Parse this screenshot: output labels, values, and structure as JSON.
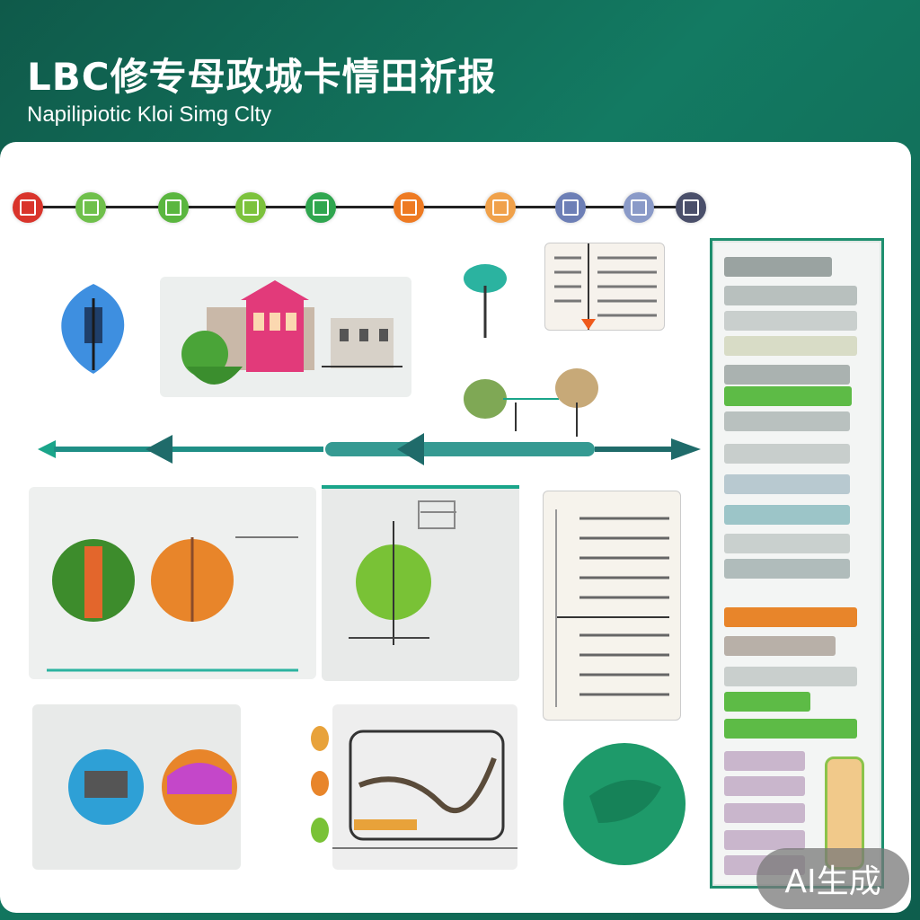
{
  "header": {
    "title": "LBC修专母政城卡情田祈报",
    "subtitle": "Napilipiotic Kloi Simg Clty"
  },
  "badge": {
    "label": "AI生成"
  },
  "colors": {
    "background": "#137a62",
    "accent_green": "#5dbb46",
    "accent_orange": "#e8852a",
    "accent_teal": "#1aa58a",
    "accent_blue": "#4aa3df",
    "accent_magenta": "#c447c9"
  },
  "timeline": {
    "nodes": [
      {
        "color": "#d9342b"
      },
      {
        "color": "#6fc04b"
      },
      {
        "color": "#5ab63f"
      },
      {
        "color": "#7cc23c"
      },
      {
        "color": "#2fa64f"
      },
      {
        "color": "#ee7a22"
      },
      {
        "color": "#f0a14a"
      },
      {
        "color": "#6d7fb6"
      },
      {
        "color": "#8a9ac8"
      },
      {
        "color": "#4a4f6a"
      }
    ]
  }
}
